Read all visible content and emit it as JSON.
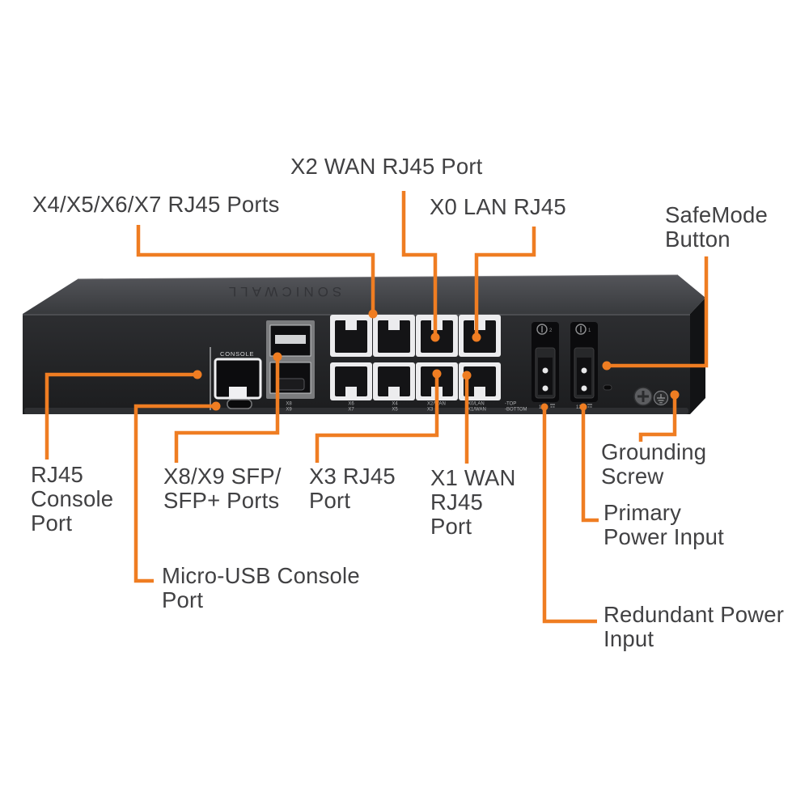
{
  "accent_color": "#ef7d22",
  "text_color": "#414143",
  "callouts": [
    {
      "id": "x4-x5-x6-x7-rj45-ports",
      "text": "X4/X5/X6/X7 RJ45 Ports"
    },
    {
      "id": "x2-wan-rj45-port",
      "text": "X2 WAN RJ45 Port"
    },
    {
      "id": "x0-lan-rj45",
      "text": "X0 LAN RJ45"
    },
    {
      "id": "safemode-button",
      "text": "SafeMode\nButton"
    },
    {
      "id": "rj45-console-port",
      "text": "RJ45\nConsole\nPort"
    },
    {
      "id": "x8-x9-sfp-ports",
      "text": "X8/X9 SFP/\nSFP+ Ports"
    },
    {
      "id": "x3-rj45-port",
      "text": "X3 RJ45\nPort"
    },
    {
      "id": "x1-wan-rj45-port",
      "text": "X1 WAN\nRJ45\nPort"
    },
    {
      "id": "micro-usb-console-port",
      "text": "Micro-USB Console\nPort"
    },
    {
      "id": "grounding-screw",
      "text": "Grounding\nScrew"
    },
    {
      "id": "primary-power-input",
      "text": "Primary\nPower Input"
    },
    {
      "id": "redundant-power-input",
      "text": "Redundant Power\nInput"
    }
  ],
  "device": {
    "brand_logo": "SONICWALL",
    "console_label": "CONSOLE",
    "sfp_labels": {
      "top": "X8",
      "bottom": "X9"
    },
    "port_column_labels": [
      {
        "top": "X6",
        "bottom": "X7"
      },
      {
        "top": "X4",
        "bottom": "X5"
      },
      {
        "top": "X2/WAN",
        "bottom": "X3"
      },
      {
        "top": "X0/LAN",
        "bottom": "X1/WAN"
      }
    ],
    "row_legend": {
      "top": "-TOP",
      "bottom": "-BOTTOM"
    },
    "power_inputs": [
      {
        "icon_number": "2",
        "voltage_label": "12V"
      },
      {
        "icon_number": "1",
        "voltage_label": "12V"
      }
    ]
  }
}
